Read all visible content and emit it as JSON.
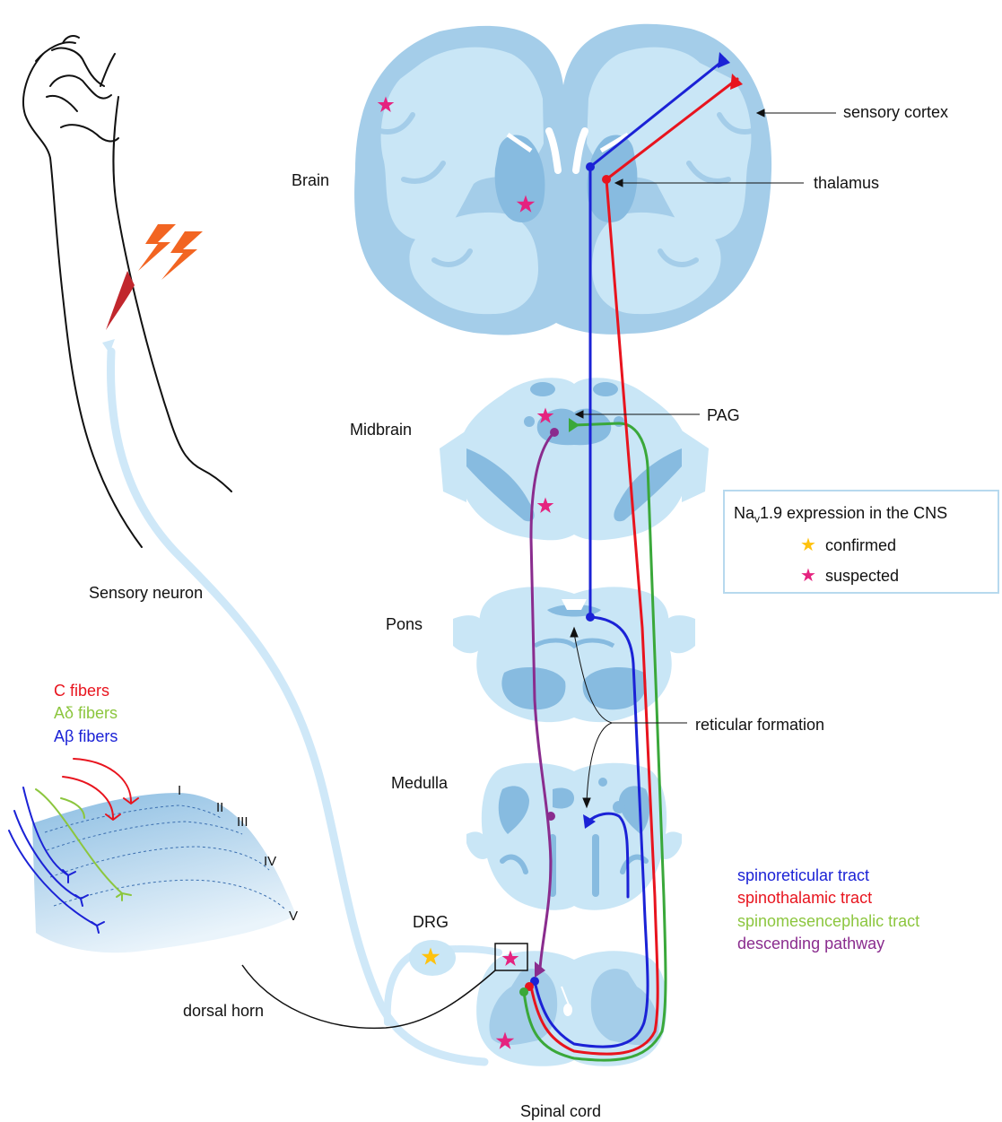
{
  "labels": {
    "sensory_neuron": "Sensory neuron",
    "brain": "Brain",
    "sensory_cortex": "sensory cortex",
    "thalamus": "thalamus",
    "midbrain": "Midbrain",
    "pag": "PAG",
    "pons": "Pons",
    "reticular_formation": "reticular formation",
    "medulla": "Medulla",
    "drg": "DRG",
    "dorsal_horn": "dorsal horn",
    "spinal_cord": "Spinal cord"
  },
  "fibers": [
    {
      "label": "C fibers",
      "color": "#e8141e"
    },
    {
      "label": "Aδ fibers",
      "color": "#8cc63e"
    },
    {
      "label": "Aβ fibers",
      "color": "#1b22d6"
    }
  ],
  "laminae": [
    "I",
    "II",
    "III",
    "IV",
    "V"
  ],
  "legend": {
    "title_prefix": "Na",
    "title_sub": "v",
    "title_suffix": "1.9 expression in the CNS",
    "confirmed": {
      "label": "confirmed",
      "color": "#ffc20e"
    },
    "suspected": {
      "label": "suspected",
      "color": "#e5237f"
    }
  },
  "tracts": [
    {
      "label": "spinoreticular tract",
      "color": "#1b22d6"
    },
    {
      "label": "spinothalamic tract",
      "color": "#e8141e"
    },
    {
      "label": "spinomesencephalic tract",
      "color": "#8cc63e"
    },
    {
      "label": "descending pathway",
      "color": "#8a2c8e"
    }
  ],
  "colors": {
    "tissue_light": "#c9e6f6",
    "tissue_mid": "#a4cde9",
    "tissue_dark": "#87bbe0",
    "nerve": "#cfe8f8"
  }
}
